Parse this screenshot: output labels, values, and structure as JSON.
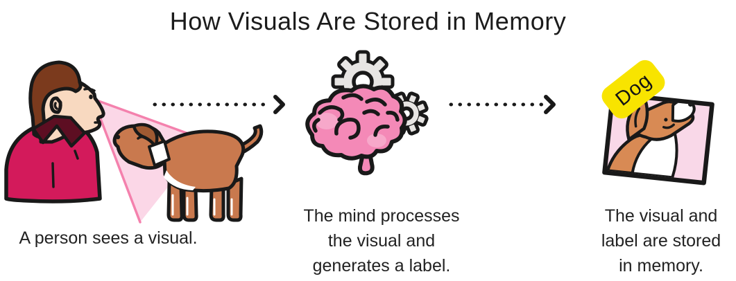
{
  "title": "How Visuals Are Stored in Memory",
  "steps": [
    {
      "id": "see-visual",
      "illustration": "person-sees-dog",
      "caption": "A person sees a visual."
    },
    {
      "id": "process-visual",
      "illustration": "brain-with-gears",
      "caption": "The mind processes\nthe visual and\ngenerates a label."
    },
    {
      "id": "store-memory",
      "illustration": "framed-dog-photo-with-tag",
      "tag_label": "Dog",
      "caption": "The visual and\nlabel are stored\nin memory."
    }
  ],
  "arrows": [
    {
      "id": "arrow-1",
      "style": "dotted"
    },
    {
      "id": "arrow-2",
      "style": "dotted"
    }
  ],
  "colors": {
    "background": "#ffffff",
    "ink": "#191919",
    "text": "#222222",
    "shirt": "#d31a5b",
    "collar": "#5d0e22",
    "skin": "#f8d9c0",
    "hair": "#7b3a1d",
    "cone_fill": "#fbd7e7",
    "cone_edge": "#f481ad",
    "dog_body": "#c9794e",
    "dog_dark": "#a05a32",
    "brain": "#f489b7",
    "brain_light": "#f9b9d4",
    "gear": "#e7e5e3",
    "frame_bg": "#f9d8e8",
    "pup_orange": "#d88a54",
    "tag_yellow": "#f8e400"
  }
}
